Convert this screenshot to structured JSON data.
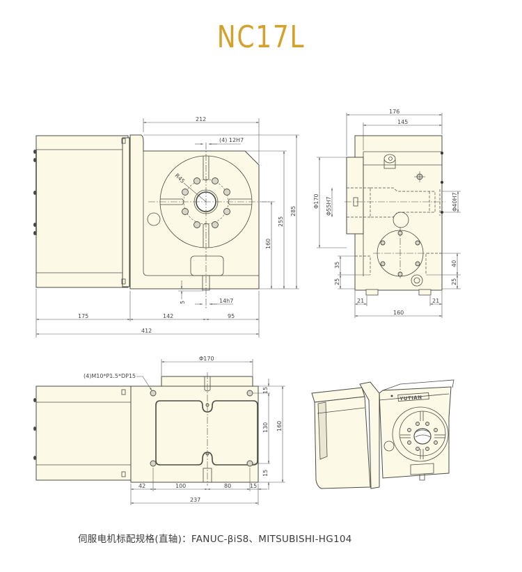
{
  "title": "NC17L",
  "caption": "伺服电机标配规格(直轴)：FANUC-βiS8、MITSUBISHI-HG104",
  "colors": {
    "title": "#d4a22c",
    "body_fill": "#fcf9e6",
    "line": "#4a4a44"
  },
  "front_view": {
    "dim_width_top": "212",
    "slot_note": "(4) 12H7",
    "radius": "R45",
    "height_285": "285",
    "height_255": "255",
    "height_160": "160",
    "dim_5": "5",
    "key_width": "14h7",
    "dim_175": "175",
    "dim_142": "142",
    "dim_95": "95",
    "dim_412": "412"
  },
  "side_view": {
    "dim_176": "176",
    "dim_145": "145",
    "dia_170": "Φ170",
    "dia_55": "Φ55H7",
    "dia_40": "Φ40H7",
    "dim_35": "35",
    "dim_25_left": "25",
    "dim_40": "40",
    "dim_25_right": "25",
    "dim_21_left": "21",
    "dim_21_right": "21",
    "dim_160": "160"
  },
  "top_view": {
    "hole_note": "(4)M10*P1.5*DP15",
    "dia_170": "Φ170",
    "dim_15_top": "15",
    "dim_130": "130",
    "dim_15_bottom": "15",
    "dim_160": "160",
    "dim_42": "42",
    "dim_100": "100",
    "dim_80": "80",
    "dim_15": "15",
    "dim_237": "237"
  },
  "iso_view": {
    "brand_plate": "YUTIAN"
  }
}
